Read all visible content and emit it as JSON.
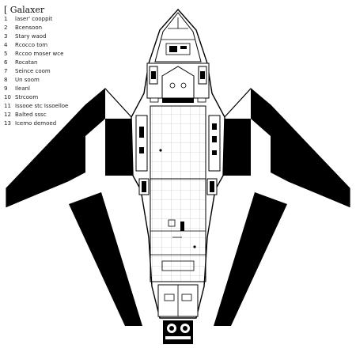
{
  "legend": {
    "title": "[ Galaxer",
    "items": [
      {
        "num": "1",
        "label": "laser' cooppit"
      },
      {
        "num": "2",
        "label": "Bcensoon"
      },
      {
        "num": "3",
        "label": "Stary waod"
      },
      {
        "num": "4",
        "label": "Rcocco tom"
      },
      {
        "num": "5",
        "label": "Rccoo moser wce"
      },
      {
        "num": "6",
        "label": "Rocatan"
      },
      {
        "num": "7",
        "label": "Seince coom"
      },
      {
        "num": "8",
        "label": "Un soom"
      },
      {
        "num": "9",
        "label": "Ileanl"
      },
      {
        "num": "10",
        "label": "Strcoom"
      },
      {
        "num": "11",
        "label": "Issooe stc Issoelloe"
      },
      {
        "num": "12",
        "label": "Balted sssc"
      },
      {
        "num": "13",
        "label": "Icemo demoed"
      }
    ]
  },
  "colors": {
    "ink": "#000000",
    "paper": "#ffffff",
    "grid": "#b5b5b5"
  }
}
